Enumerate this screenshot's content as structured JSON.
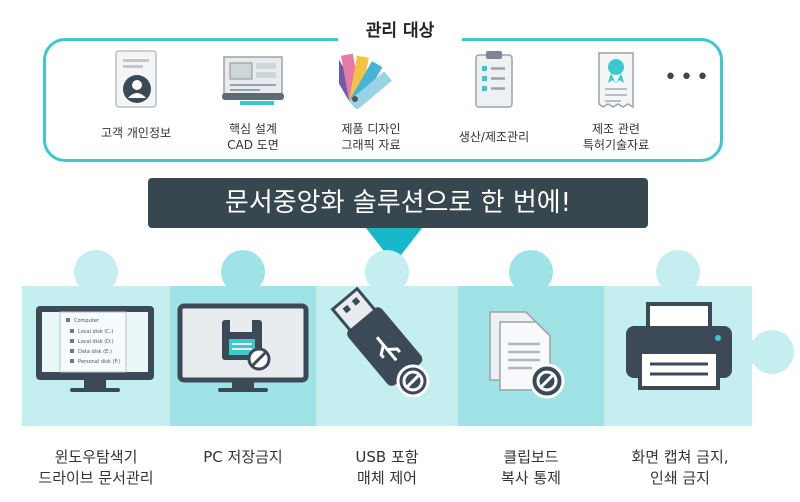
{
  "targets": {
    "title": "관리 대상",
    "items": [
      {
        "label1": "고객 개인정보",
        "label2": "",
        "icon": "customer-id-card-icon"
      },
      {
        "label1": "핵심 설계",
        "label2": "CAD 도면",
        "icon": "cad-blueprint-icon"
      },
      {
        "label1": "제품 디자인",
        "label2": "그래픽 자료",
        "icon": "color-swatch-icon"
      },
      {
        "label1": "생산/제조관리",
        "label2": "",
        "icon": "checklist-clipboard-icon"
      },
      {
        "label1": "제조 관련",
        "label2": "특허기술자료",
        "icon": "patent-certificate-icon"
      }
    ],
    "more": "•••"
  },
  "banner": {
    "text": "문서중앙화 솔루션으로 한 번에!"
  },
  "features": [
    {
      "line1": "윈도우탐색기",
      "line2": "드라이브 문서관리",
      "icon": "explorer-monitor-icon"
    },
    {
      "line1": "PC 저장금지",
      "line2": "",
      "icon": "save-blocked-monitor-icon"
    },
    {
      "line1": "USB 포함",
      "line2": "매체 제어",
      "icon": "usb-blocked-icon"
    },
    {
      "line1": "클립보드",
      "line2": "복사 통제",
      "icon": "clipboard-copy-blocked-icon"
    },
    {
      "line1": "화면 캡쳐 금지,",
      "line2": "인쇄 금지",
      "icon": "printer-icon"
    }
  ],
  "explorer": {
    "rows": [
      "Computer",
      "Local disk (C:)",
      "Local disk (D:)",
      "Data disk (E:)",
      "Personal disk (F:)"
    ]
  },
  "colors": {
    "teal": "#3cc9cd",
    "light_teal": "#c4eef0",
    "mid_teal": "#9fe3e7",
    "dark": "#37474f",
    "arrow": "#15b7c9"
  }
}
